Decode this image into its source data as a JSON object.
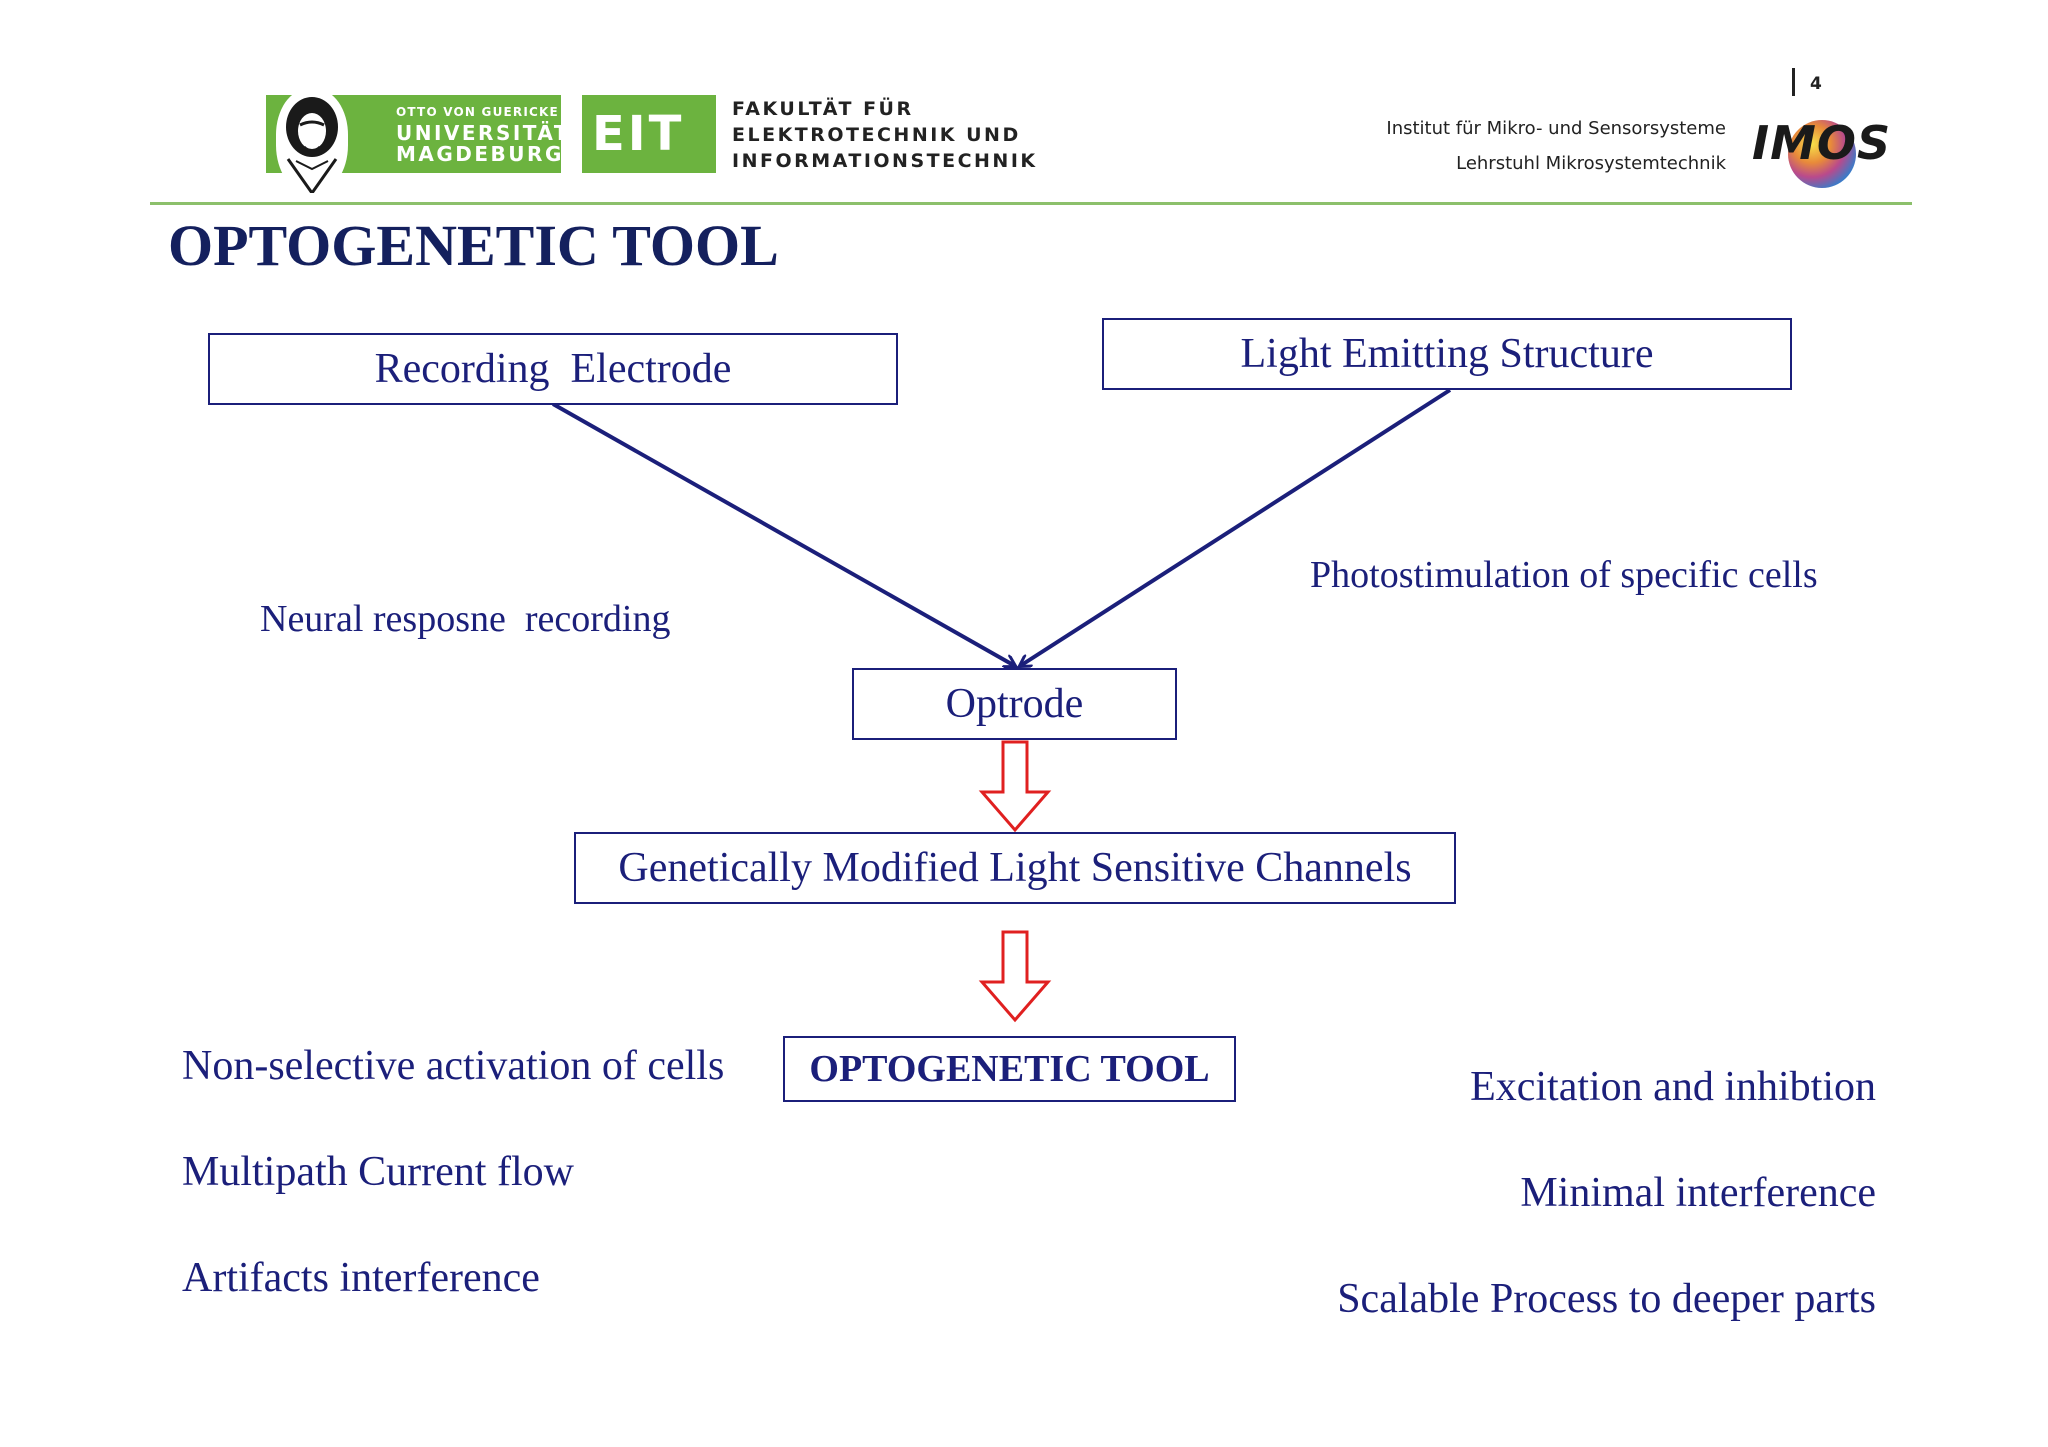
{
  "header": {
    "ovgu_small": "OTTO VON GUERICKE",
    "ovgu_line1": "UNIVERSITÄT",
    "ovgu_line2": "MAGDEBURG",
    "eit": "EIT",
    "faculty_line1": "FAKULTÄT FÜR",
    "faculty_line2": "ELEKTROTECHNIK UND",
    "faculty_line3": "INFORMATIONSTECHNIK",
    "institute_line1": "Institut für Mikro- und Sensorsysteme",
    "institute_line2": "Lehrstuhl Mikrosystemtechnik",
    "imos": "IMOS",
    "page_number": "4",
    "colors": {
      "ovgu_green": "#6cb33f",
      "rule_green": "#8cc06b"
    }
  },
  "slide": {
    "title": "OPTOGENETIC TOOL"
  },
  "diagram": {
    "nodes": {
      "recording_electrode": "Recording  Electrode",
      "light_emitting_structure": "Light Emitting Structure",
      "optrode": "Optrode",
      "channels": "Genetically Modified Light Sensitive Channels",
      "optogenetic_tool": "OPTOGENETIC TOOL"
    },
    "edge_labels": {
      "neural_recording": "Neural resposne  recording",
      "photostimulation": "Photostimulation of specific cells"
    },
    "left_points": [
      "Non-selective activation of cells",
      "Multipath Current flow",
      "Artifacts interference"
    ],
    "right_points": [
      "Excitation and inhibtion",
      "Minimal interference",
      "Scalable Process to deeper parts"
    ],
    "colors": {
      "box_border": "#1b1f7a",
      "flow_arrow": "#e02020"
    }
  }
}
